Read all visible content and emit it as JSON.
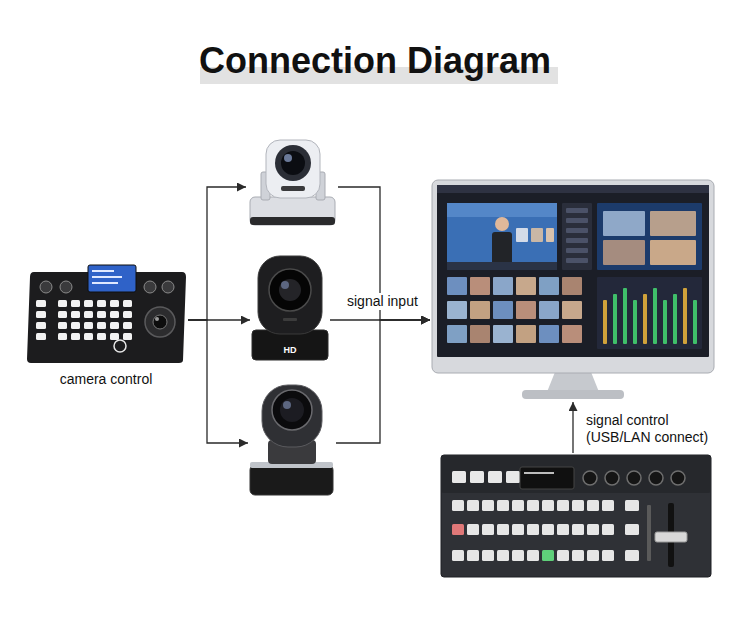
{
  "diagram": {
    "title": "Connection Diagram",
    "nodes": [
      {
        "text": [
          "camera control"
        ]
      },
      {
        "text": []
      },
      {
        "text": [
          "HD"
        ]
      },
      {
        "text": []
      },
      {
        "text": []
      },
      {
        "text": []
      }
    ],
    "edges": [
      {
        "from": 0,
        "to": 1,
        "arrow": "to"
      },
      {
        "from": 0,
        "to": 2,
        "arrow": "to"
      },
      {
        "from": 0,
        "to": 3,
        "arrow": "to"
      },
      {
        "from": 1,
        "to": 4,
        "arrow": "to"
      },
      {
        "from": 2,
        "to": 4,
        "label": "signal input",
        "arrow": "to"
      },
      {
        "from": 3,
        "to": 4,
        "arrow": "to"
      },
      {
        "from": 5,
        "to": 4,
        "label": "signal control (USB/LAN connect)",
        "arrow": "to"
      }
    ]
  }
}
